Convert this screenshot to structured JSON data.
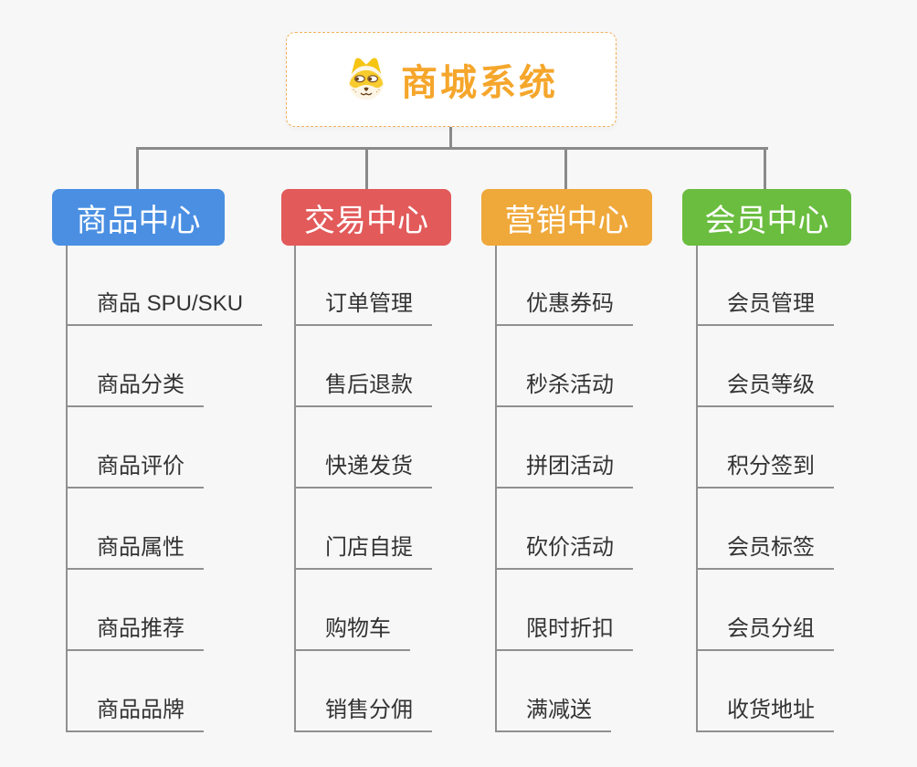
{
  "root": {
    "label": "商城系统",
    "icon": "shiba-dog-icon"
  },
  "branches": [
    {
      "label": "商品中心",
      "color": "#4a8fe2",
      "items": [
        "商品 SPU/SKU",
        "商品分类",
        "商品评价",
        "商品属性",
        "商品推荐",
        "商品品牌"
      ]
    },
    {
      "label": "交易中心",
      "color": "#e25a5a",
      "items": [
        "订单管理",
        "售后退款",
        "快递发货",
        "门店自提",
        "购物车",
        "销售分佣"
      ]
    },
    {
      "label": "营销中心",
      "color": "#efa83a",
      "items": [
        "优惠券码",
        "秒杀活动",
        "拼团活动",
        "砍价活动",
        "限时折扣",
        "满减送"
      ]
    },
    {
      "label": "会员中心",
      "color": "#6abd3f",
      "items": [
        "会员管理",
        "会员等级",
        "积分签到",
        "会员标签",
        "会员分组",
        "收货地址"
      ]
    }
  ],
  "colors": {
    "background": "#f7f7f7",
    "connector": "#8a8a8a",
    "leaf_line": "#909090",
    "root_text": "#f5a62b",
    "root_border": "#f3b05a",
    "leaf_text": "#333333"
  }
}
